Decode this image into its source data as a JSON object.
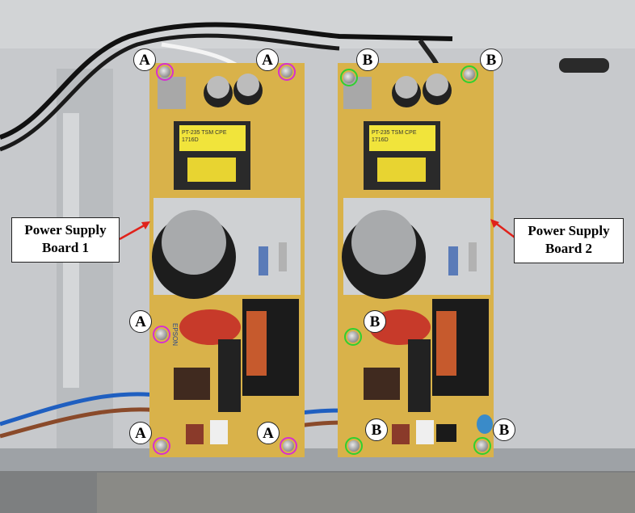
{
  "labels": {
    "board1_line1": "Power Supply",
    "board1_line2": "Board 1",
    "board2_line1": "Power Supply",
    "board2_line2": "Board 2"
  },
  "callouts": {
    "board1_letter": "A",
    "board2_letter": "B"
  },
  "colors": {
    "board1_ring": "#d62fd0",
    "board2_ring": "#2fd02f",
    "arrow": "#e0221b",
    "pcb": "#d9b24a"
  },
  "silkscreen": {
    "transformer1_text": "PT-235 TSM  CPE 1716D",
    "transformer2_text": "PT-235 TSM  CPE 1716D",
    "board_side_text": "EPSON"
  }
}
